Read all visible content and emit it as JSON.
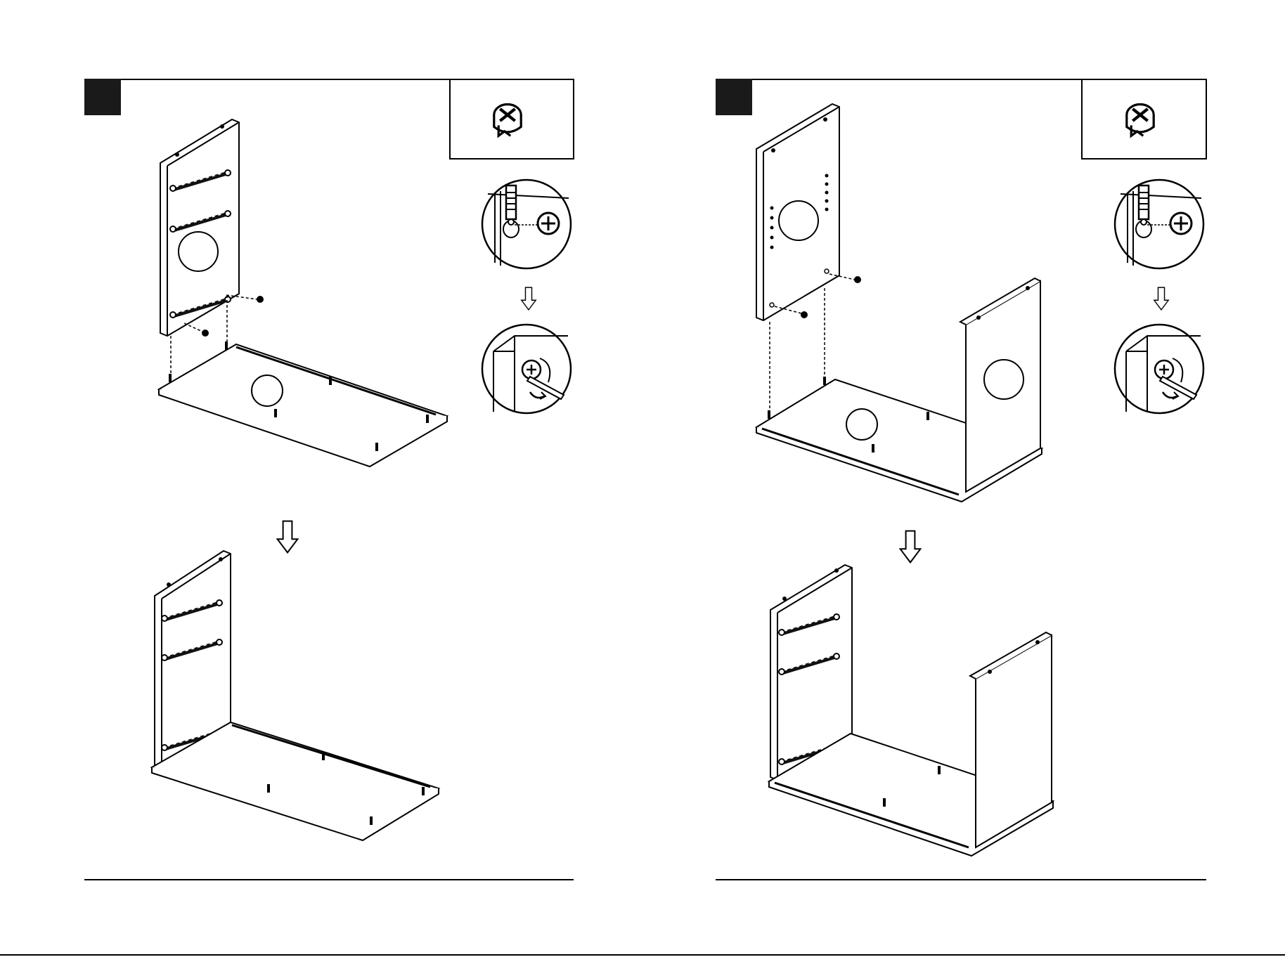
{
  "document": {
    "pages": [
      {
        "id": "left",
        "step_badge": "",
        "hardware": "cam-lock-fitting-icon",
        "detail_views": [
          "insert-cam-lock-detail",
          "turn-cam-lock-detail"
        ],
        "arrow": "down-arrow-icon"
      },
      {
        "id": "right",
        "step_badge": "",
        "hardware": "cam-lock-fitting-icon",
        "detail_views": [
          "insert-cam-lock-detail",
          "turn-cam-lock-detail"
        ],
        "arrow": "down-arrow-icon"
      }
    ],
    "colors": {
      "ink": "#000000",
      "paper": "#ffffff",
      "badge": "#1a1a1a"
    }
  }
}
